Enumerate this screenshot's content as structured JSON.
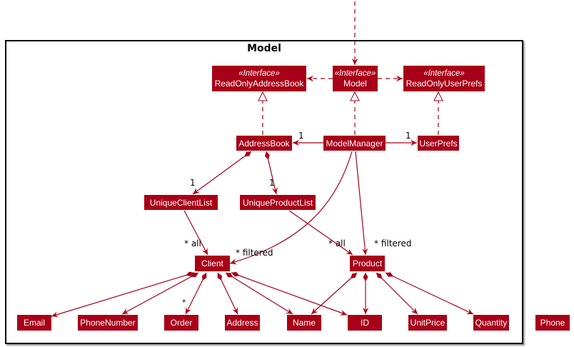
{
  "package": {
    "title": "Model"
  },
  "colors": {
    "class_fill": "#a80018",
    "edge": "#a80018",
    "frame": "#000000"
  },
  "classes": {
    "readOnlyAddressBook": {
      "stereotype": "«Interface»",
      "name": "ReadOnlyAddressBook"
    },
    "model": {
      "stereotype": "«Interface»",
      "name": "Model"
    },
    "readOnlyUserPrefs": {
      "stereotype": "«Interface»",
      "name": "ReadOnlyUserPrefs"
    },
    "addressBook": {
      "name": "AddressBook"
    },
    "modelManager": {
      "name": "ModelManager"
    },
    "userPrefs": {
      "name": "UserPrefs"
    },
    "uniqueClientList": {
      "name": "UniqueClientList"
    },
    "uniqueProductList": {
      "name": "UniqueProductList"
    },
    "client": {
      "name": "Client"
    },
    "product": {
      "name": "Product"
    },
    "email": {
      "name": "Email"
    },
    "phoneNumber": {
      "name": "PhoneNumber"
    },
    "order": {
      "name": "Order"
    },
    "address": {
      "name": "Address"
    },
    "name": {
      "name": "Name"
    },
    "id": {
      "name": "ID"
    },
    "unitPrice": {
      "name": "UnitPrice"
    },
    "quantity": {
      "name": "Quantity"
    },
    "phone": {
      "name": "Phone"
    }
  },
  "multiplicities": {
    "mm_addressbook": "1",
    "mm_userprefs": "1",
    "ab_clientlist": "1",
    "ab_productlist": "1",
    "clientlist_client": "* all",
    "mm_client": "* filtered",
    "productlist_product": "* all",
    "mm_product": "* filtered",
    "client_order": "*"
  }
}
